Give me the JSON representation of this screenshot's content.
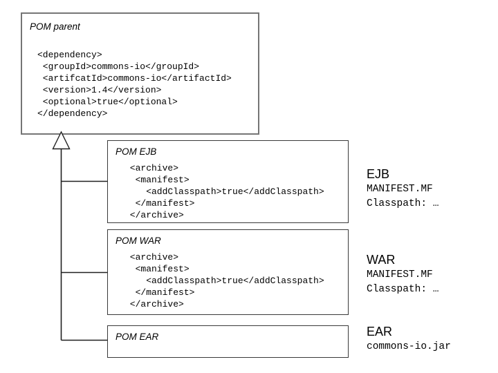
{
  "colors": {
    "background": "#ffffff",
    "parent_border": "#757575",
    "child_border": "#383838",
    "connector": "#1f1f1f",
    "text": "#000000"
  },
  "parent_box": {
    "title": "POM parent",
    "code": "<dependency>\n <groupId>commons-io</groupId>\n <artifcatId>commons-io</artifactId>\n <version>1.4</version>\n <optional>true</optional>\n</dependency>"
  },
  "child_boxes": [
    {
      "title": "POM EJB",
      "code": " <archive>\n  <manifest>\n    <addClasspath>true</addClasspath>\n  </manifest>\n </archive>"
    },
    {
      "title": "POM WAR",
      "code": " <archive>\n  <manifest>\n    <addClasspath>true</addClasspath>\n  </manifest>\n </archive>"
    },
    {
      "title": "POM EAR",
      "code": ""
    }
  ],
  "annotations": [
    {
      "heading": "EJB",
      "lines": [
        "MANIFEST.MF",
        "Classpath: …"
      ]
    },
    {
      "heading": "WAR",
      "lines": [
        "MANIFEST.MF",
        "Classpath: …"
      ]
    },
    {
      "heading": "EAR",
      "lines": [
        "commons-io.jar"
      ]
    }
  ]
}
